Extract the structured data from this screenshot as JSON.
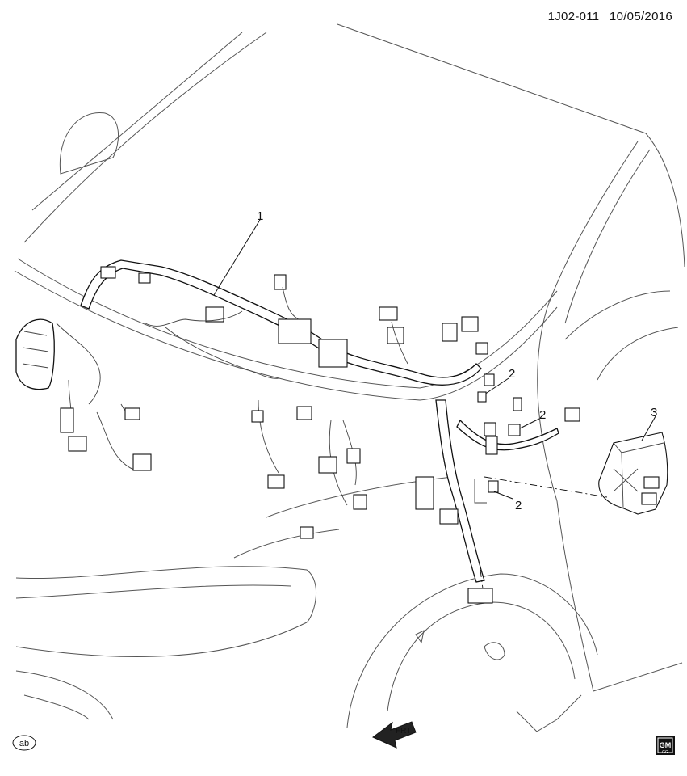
{
  "header": {
    "part_code": "1J02-011",
    "date": "10/05/2016"
  },
  "callouts": [
    {
      "number": "1"
    },
    {
      "number": "2"
    },
    {
      "number": "2"
    },
    {
      "number": "2"
    },
    {
      "number": "3"
    }
  ],
  "badges": {
    "ab": "ab",
    "frt": "FRT",
    "gm": "GM",
    "gm_sub": "GG"
  }
}
